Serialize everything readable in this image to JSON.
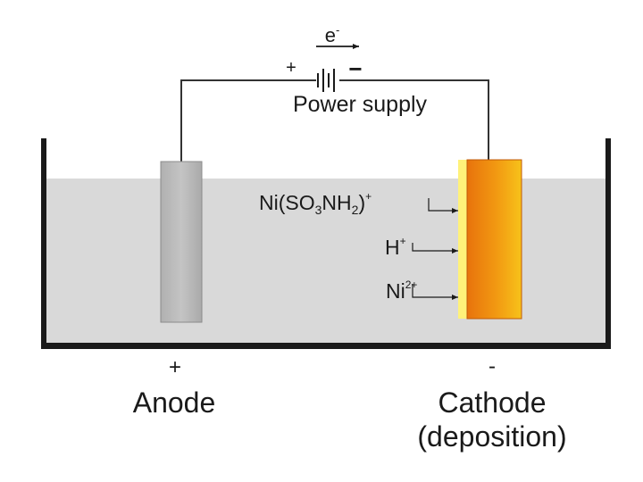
{
  "labels": {
    "electron_base": "e",
    "electron_sup": "-",
    "battery_plus": "+",
    "battery_minus": "−",
    "power_supply": "Power supply",
    "anode_sign": "+",
    "anode": "Anode",
    "cathode_sign": "-",
    "cathode": "Cathode",
    "cathode_note": "(deposition)"
  },
  "ions": [
    {
      "base": "Ni(SO",
      "sub1": "3",
      "mid": "NH",
      "sub2": "2",
      "end": ")",
      "sup": "+"
    },
    {
      "base": "H",
      "sup": "+"
    },
    {
      "base": "Ni",
      "sup": "2+"
    }
  ],
  "colors": {
    "electrolyte": "#d9d9d9",
    "tank_wall": "#1a1a1a",
    "anode_fill": "#b8b8b8",
    "anode_stroke": "#8c8c8c",
    "cathode_left": "#e8730c",
    "cathode_right": "#f7c21a",
    "deposit_layer": "#fff27a",
    "wire": "#333333"
  }
}
